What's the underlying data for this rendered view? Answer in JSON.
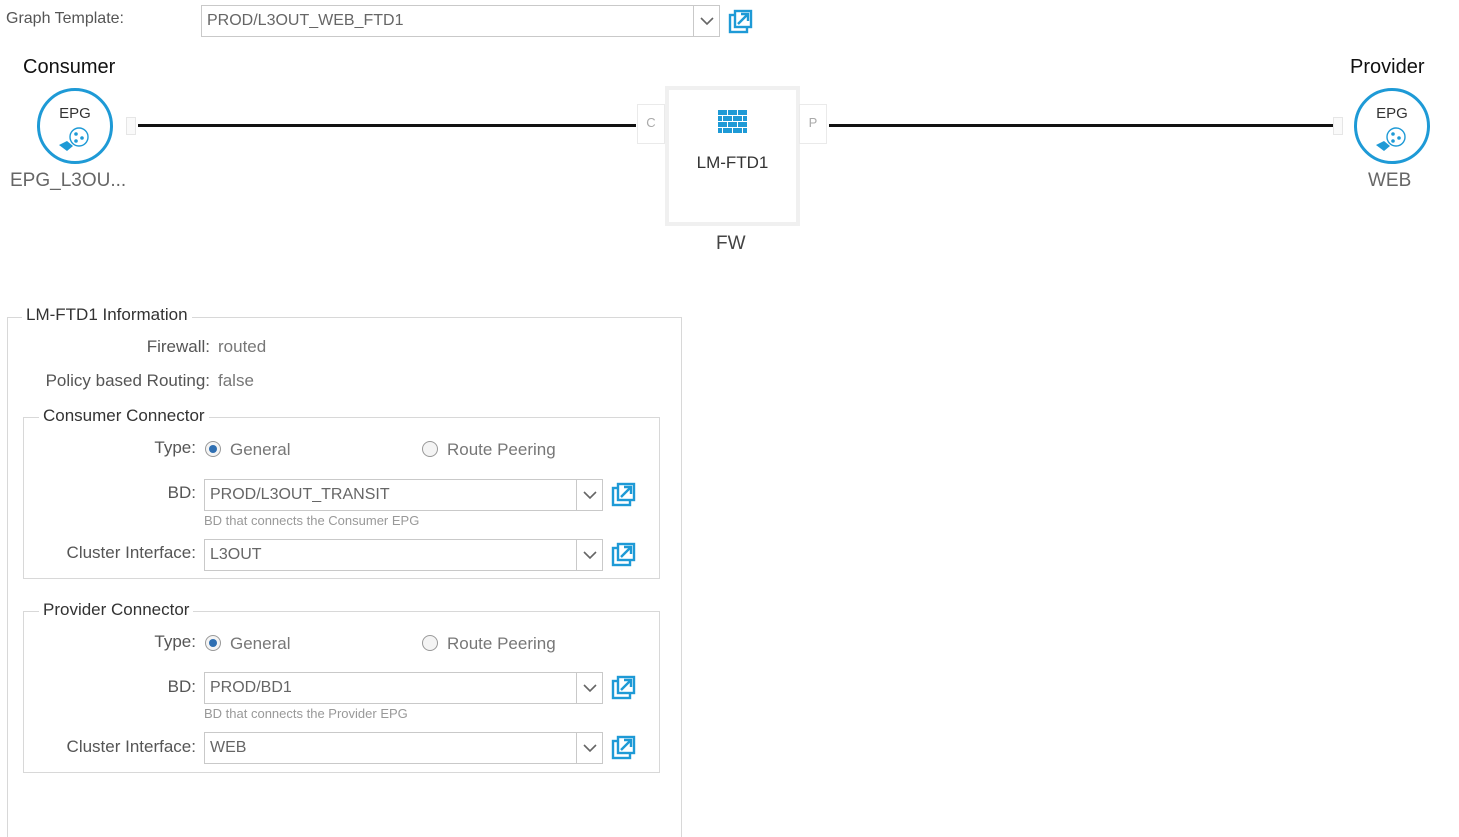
{
  "graph_template": {
    "label": "Graph Template:",
    "value": "PROD/L3OUT_WEB_FTD1"
  },
  "consumer": {
    "title": "Consumer",
    "epg_badge": "EPG",
    "name": "EPG_L3OU..."
  },
  "provider": {
    "title": "Provider",
    "epg_badge": "EPG",
    "name": "WEB"
  },
  "device": {
    "port_c": "C",
    "port_p": "P",
    "name": "LM-FTD1",
    "type": "FW"
  },
  "info": {
    "legend": "LM-FTD1 Information",
    "firewall_label": "Firewall:",
    "firewall_value": "routed",
    "pbr_label": "Policy based Routing:",
    "pbr_value": "false"
  },
  "consumer_connector": {
    "legend": "Consumer Connector",
    "type_label": "Type:",
    "type_general": "General",
    "type_route_peering": "Route Peering",
    "bd_label": "BD:",
    "bd_value": "PROD/L3OUT_TRANSIT",
    "bd_help": "BD that connects the Consumer EPG",
    "cluster_label": "Cluster Interface:",
    "cluster_value": "L3OUT"
  },
  "provider_connector": {
    "legend": "Provider Connector",
    "type_label": "Type:",
    "type_general": "General",
    "type_route_peering": "Route Peering",
    "bd_label": "BD:",
    "bd_value": "PROD/BD1",
    "bd_help": "BD that connects the Provider EPG",
    "cluster_label": "Cluster Interface:",
    "cluster_value": "WEB"
  },
  "colors": {
    "accent_blue": "#1e9ad6",
    "radio_checked": "#2f6fb2",
    "connector_line": "#111111"
  },
  "icons": {
    "open_link": "external-link-icon",
    "dropdown": "chevron-down-icon",
    "epg": "epg-icon",
    "firewall": "firewall-icon"
  }
}
